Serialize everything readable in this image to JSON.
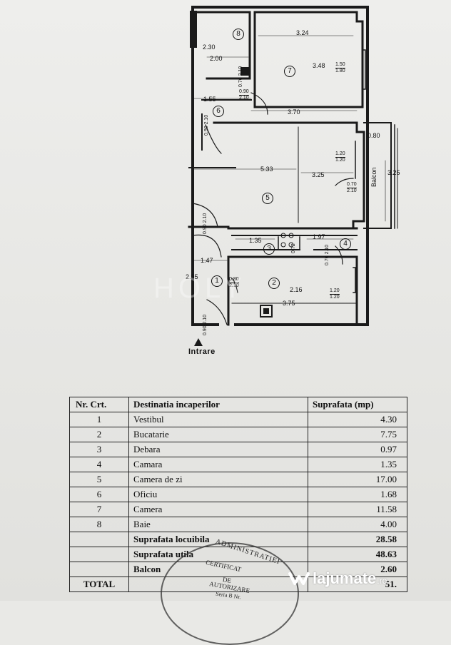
{
  "plan": {
    "rooms": {
      "r1": "1",
      "r2": "2",
      "r3": "3",
      "r4": "4",
      "r5": "5",
      "r6": "6",
      "r7": "7",
      "r8": "8"
    },
    "dimensions": {
      "d230": "2.30",
      "d200": "2.00",
      "d324": "3.24",
      "d348": "3.48",
      "d155": "1.55",
      "d370": "3.70",
      "d533": "5.33",
      "d325": "3.25",
      "d135": "1.35",
      "d197": "1.97",
      "d147": "1.47",
      "d295": "2.95",
      "d216": "2.16",
      "d375": "3.75",
      "d080": "0.80",
      "d325b": "3.25"
    },
    "door_labels": {
      "w150": "1.50",
      "w120a": "1.20",
      "w120b": "1.20",
      "w120c": "1.20",
      "w120d": "1.20",
      "w120e": "1.20",
      "w120f": "1.20",
      "h180": "1.80",
      "h090": "0.90",
      "h210": "2.10",
      "h080": "0.80",
      "h070": "0.70",
      "h210b": "2.10",
      "h210c": "2.10"
    },
    "vertical_labels": {
      "v1": "0.70\n2.10",
      "v2": "0.90\n2.10",
      "v3": "0.90\n2.10",
      "v4": "0.72",
      "v5": "0.70\n2.10",
      "v6": "0.90\n2.10"
    },
    "entrance": "Intrare",
    "balcony": "Balcon"
  },
  "table": {
    "headers": {
      "nr": "Nr. Crt.",
      "dest": "Destinatia incaperilor",
      "supr": "Suprafata (mp)"
    },
    "rows": [
      {
        "nr": "1",
        "dest": "Vestibul",
        "supr": "4.30"
      },
      {
        "nr": "2",
        "dest": "Bucatarie",
        "supr": "7.75"
      },
      {
        "nr": "3",
        "dest": "Debara",
        "supr": "0.97"
      },
      {
        "nr": "4",
        "dest": "Camara",
        "supr": "1.35"
      },
      {
        "nr": "5",
        "dest": "Camera de zi",
        "supr": "17.00"
      },
      {
        "nr": "6",
        "dest": "Oficiu",
        "supr": "1.68"
      },
      {
        "nr": "7",
        "dest": "Camera",
        "supr": "11.58"
      },
      {
        "nr": "8",
        "dest": "Baie",
        "supr": "4.00"
      }
    ],
    "summary": [
      {
        "nr": "",
        "dest": "Suprafata locuibila",
        "supr": "28.58"
      },
      {
        "nr": "",
        "dest": "Suprafata utila",
        "supr": "48.63"
      },
      {
        "nr": "",
        "dest": "Balcon",
        "supr": "2.60"
      },
      {
        "nr": "TOTAL",
        "dest": "",
        "supr": "51."
      }
    ]
  },
  "stamp": {
    "line1": "ADMINISTRATIEI",
    "line2": "CERTIFICAT",
    "line3": "DE",
    "line4": "AUTORIZARE",
    "line5": "Seria B Nr."
  },
  "logo": {
    "name": "lajumate",
    "tld": ".ro"
  },
  "watermark": "HOLY"
}
